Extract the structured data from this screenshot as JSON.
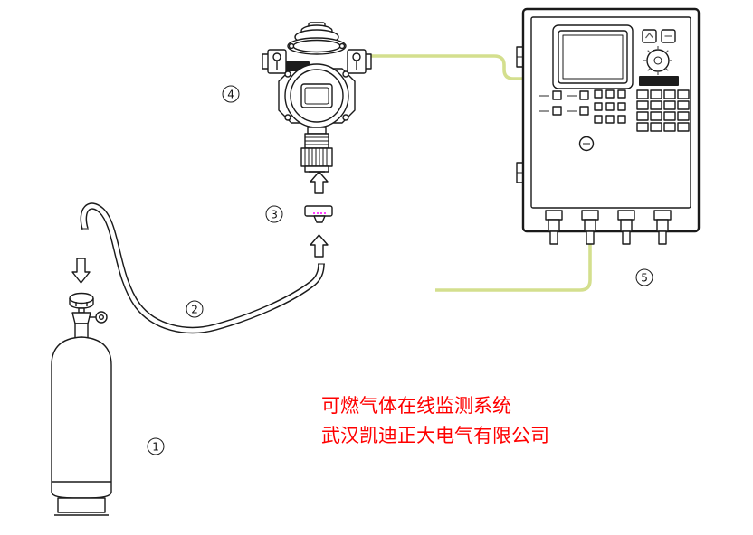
{
  "diagram": {
    "caption": {
      "line1": "可燃气体在线监测系统",
      "line2": "武汉凯迪正大电气有限公司",
      "color": "#ff0000"
    },
    "labels": {
      "cylinder": "1",
      "tube": "2",
      "cap": "3",
      "detector": "4",
      "controller": "5"
    },
    "colors": {
      "line": "#1a1a1a",
      "cable": "#d4df8e",
      "accent": "#ff00ff"
    }
  }
}
